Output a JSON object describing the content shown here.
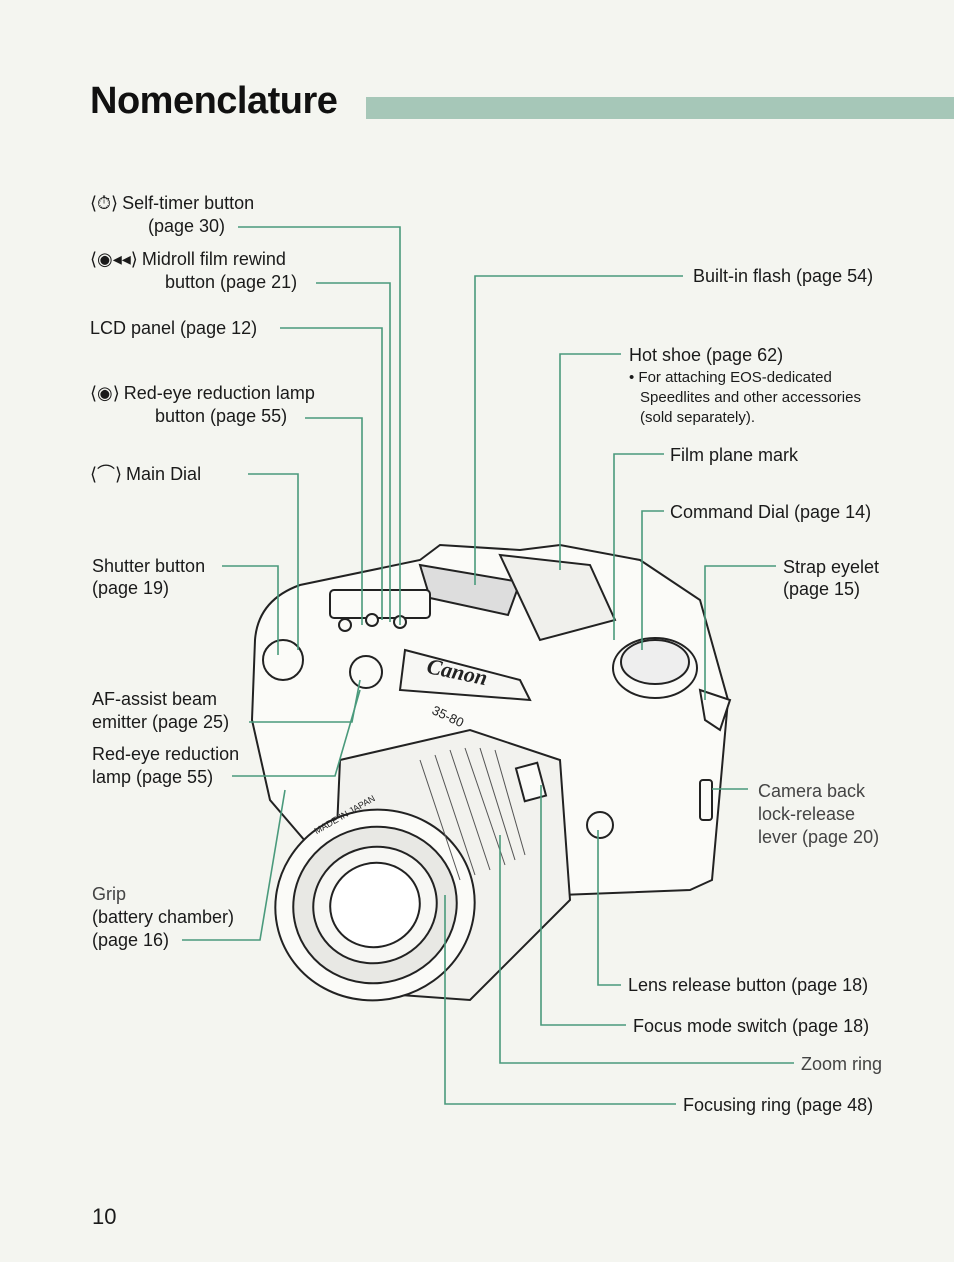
{
  "page": {
    "title": "Nomenclature",
    "page_number": "10",
    "accent_color": "#a6c7b8",
    "leader_color": "#4a9a7c"
  },
  "labels": {
    "self_timer": {
      "symbol": "⟨⏱⟩",
      "line1": "Self-timer button",
      "line2": "(page 30)"
    },
    "midroll": {
      "symbol": "⟨◉◂◂⟩",
      "line1": "Midroll film rewind",
      "line2": "button (page 21)"
    },
    "lcd": {
      "line1": "LCD panel (page 12)"
    },
    "redeye_button": {
      "symbol": "⟨◉⟩",
      "line1": "Red-eye reduction lamp",
      "line2": "button (page 55)"
    },
    "main_dial": {
      "symbol": "⟨⌒⟩",
      "line1": "Main Dial"
    },
    "shutter": {
      "line1": "Shutter button",
      "line2": "(page 19)"
    },
    "af_assist": {
      "line1": "AF-assist beam",
      "line2": "emitter (page 25)"
    },
    "redeye_lamp": {
      "line1": "Red-eye reduction",
      "line2": "lamp (page 55)"
    },
    "grip": {
      "line1": "Grip",
      "line2": "(battery chamber)",
      "line3": "(page 16)"
    },
    "flash": {
      "line1": "Built-in flash (page 54)"
    },
    "hot_shoe": {
      "line1": "Hot shoe (page 62)",
      "note1": "• For attaching EOS-dedicated",
      "note2": "Speedlites and other accessories",
      "note3": "(sold separately)."
    },
    "film_plane": {
      "line1": "Film plane mark"
    },
    "command_dial": {
      "line1": "Command Dial (page 14)"
    },
    "strap": {
      "line1": "Strap eyelet",
      "line2": "(page 15)"
    },
    "camera_back": {
      "line1": "Camera back",
      "line2": "lock-release",
      "line3": "lever (page 20)"
    },
    "lens_release": {
      "line1": "Lens release button (page 18)"
    },
    "focus_mode": {
      "line1": "Focus mode switch (page 18)"
    },
    "zoom": {
      "line1": "Zoom ring"
    },
    "focusing": {
      "line1": "Focusing ring (page 48)"
    }
  },
  "camera_markings": {
    "brand": "Canon",
    "lens_range": "35-80",
    "made_in": "MADE IN JAPAN"
  }
}
